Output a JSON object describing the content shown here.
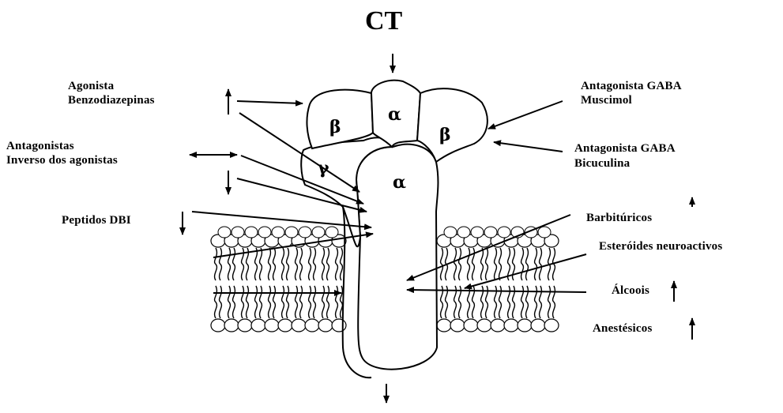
{
  "title": "CT",
  "subunits": {
    "beta_left": "β",
    "alpha_top": "α",
    "beta_right": "β",
    "gamma": "γ",
    "alpha_main": "α"
  },
  "labels": {
    "agonista_l1": "Agonista",
    "agonista_l2": "Benzodiazepinas",
    "antag_l1": "Antagonistas",
    "antag_l2": "Inverso dos agonistas",
    "peptidos": "Peptidos DBI",
    "antag_gaba1_l1": "Antagonista GABA",
    "antag_gaba1_l2": "Muscimol",
    "antag_gaba2_l1": "Antagonista GABA",
    "antag_gaba2_l2": "Bicuculina",
    "barbituricos": "Barbitúricos",
    "esteroides": "Esteróides neuroactivos",
    "alcoois": "Álcoois",
    "anestesicos": "Anestésicos"
  }
}
